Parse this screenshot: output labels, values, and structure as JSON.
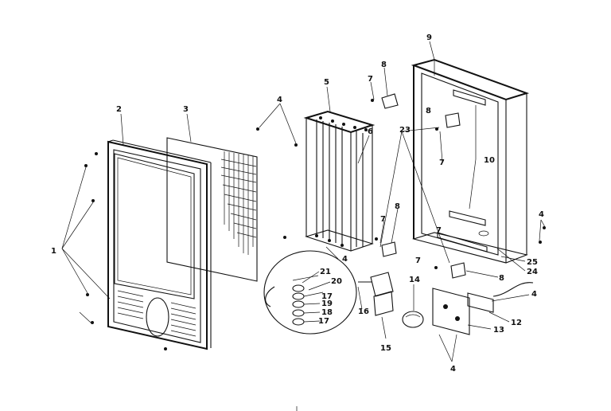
{
  "diagram": {
    "callouts": [
      {
        "id": "c1",
        "text": "1"
      },
      {
        "id": "c2",
        "text": "2"
      },
      {
        "id": "c3",
        "text": "3"
      },
      {
        "id": "c4a",
        "text": "4"
      },
      {
        "id": "c4b",
        "text": "4"
      },
      {
        "id": "c4c",
        "text": "4"
      },
      {
        "id": "c4d",
        "text": "4"
      },
      {
        "id": "c4e",
        "text": "4"
      },
      {
        "id": "c5",
        "text": "5"
      },
      {
        "id": "c6",
        "text": "6"
      },
      {
        "id": "c7a",
        "text": "7"
      },
      {
        "id": "c7b",
        "text": "7"
      },
      {
        "id": "c7c",
        "text": "7"
      },
      {
        "id": "c7d",
        "text": "7"
      },
      {
        "id": "c7e",
        "text": "7"
      },
      {
        "id": "c8a",
        "text": "8"
      },
      {
        "id": "c8b",
        "text": "8"
      },
      {
        "id": "c8c",
        "text": "8"
      },
      {
        "id": "c8d",
        "text": "8"
      },
      {
        "id": "c9",
        "text": "9"
      },
      {
        "id": "c10",
        "text": "10"
      },
      {
        "id": "c12",
        "text": "12"
      },
      {
        "id": "c13",
        "text": "13"
      },
      {
        "id": "c14",
        "text": "14"
      },
      {
        "id": "c15",
        "text": "15"
      },
      {
        "id": "c16",
        "text": "16"
      },
      {
        "id": "c17a",
        "text": "17"
      },
      {
        "id": "c17b",
        "text": "17"
      },
      {
        "id": "c18",
        "text": "18"
      },
      {
        "id": "c19",
        "text": "19"
      },
      {
        "id": "c20",
        "text": "20"
      },
      {
        "id": "c21",
        "text": "21"
      },
      {
        "id": "c23",
        "text": "23"
      },
      {
        "id": "c24",
        "text": "24"
      },
      {
        "id": "c25",
        "text": "25"
      }
    ]
  }
}
